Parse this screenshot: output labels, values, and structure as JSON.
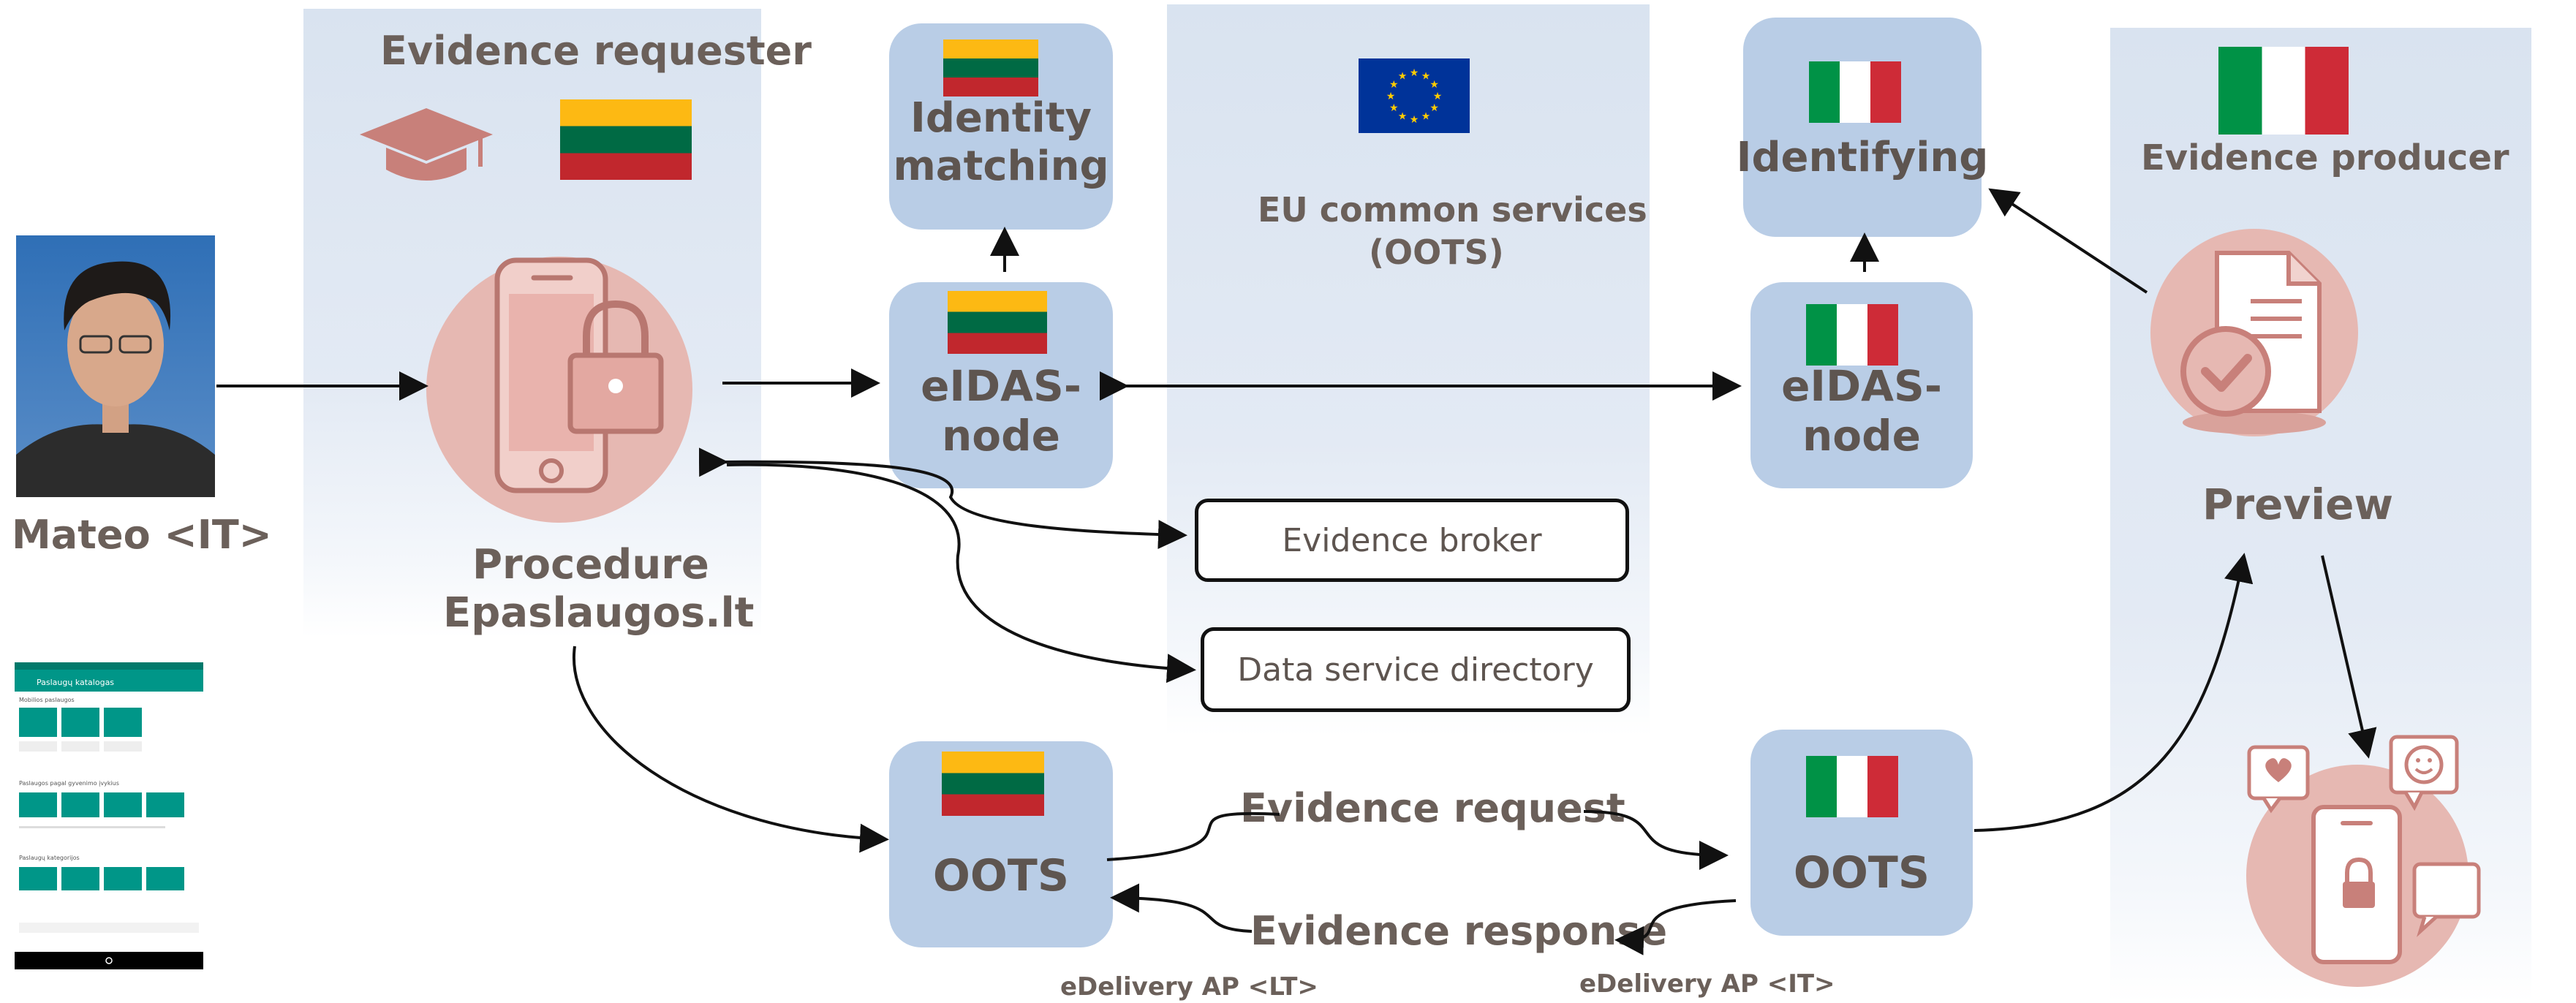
{
  "requester": {
    "title": "Evidence requester",
    "procedure_line1": "Procedure",
    "procedure_line2": "Epaslaugos.lt"
  },
  "person": {
    "name": "Mateo <IT>"
  },
  "identity_matching": {
    "line1": "Identity",
    "line2": "matching"
  },
  "eidas_lt": {
    "line1": "eIDAS-",
    "line2": "node"
  },
  "eidas_it": {
    "line1": "eIDAS-",
    "line2": "node"
  },
  "identifying": {
    "label": "Identifying"
  },
  "eu_services": {
    "line1": "EU common services",
    "line2": "(OOTS)"
  },
  "evidence_broker": {
    "label": "Evidence broker"
  },
  "data_service_directory": {
    "label": "Data service directory"
  },
  "oots_lt": {
    "label": "OOTS"
  },
  "oots_it": {
    "label": "OOTS"
  },
  "evidence_request": {
    "label": "Evidence request"
  },
  "evidence_response": {
    "label": "Evidence response"
  },
  "edelivery_lt": {
    "label": "eDelivery AP <LT>"
  },
  "edelivery_it": {
    "label": "eDelivery AP <IT>"
  },
  "producer": {
    "title": "Evidence producer",
    "preview": "Preview"
  },
  "icons": {
    "requester": "graduation-cap-icon",
    "procedure": "phone-lock-icon",
    "producer": "document-check-icon",
    "preview": "phone-social-icon"
  },
  "phone_screenshot": {
    "title": "Paslaugų katalogas",
    "section1": "Mobilios paslaugos",
    "section2": "Paslaugos pagal gyvenimo įvykius",
    "section3": "Paslaugų kategorijos"
  },
  "colors": {
    "panel_bg": "#dde6f2",
    "box_bg": "#b9cde6",
    "text": "#6b605a",
    "icon_pink": "#c8807a",
    "lt_yellow": "#fdb913",
    "lt_green": "#006a44",
    "lt_red": "#c1272d",
    "it_green": "#009246",
    "it_red": "#ce2b37",
    "eu_blue": "#003399",
    "eu_star": "#ffcc00"
  }
}
